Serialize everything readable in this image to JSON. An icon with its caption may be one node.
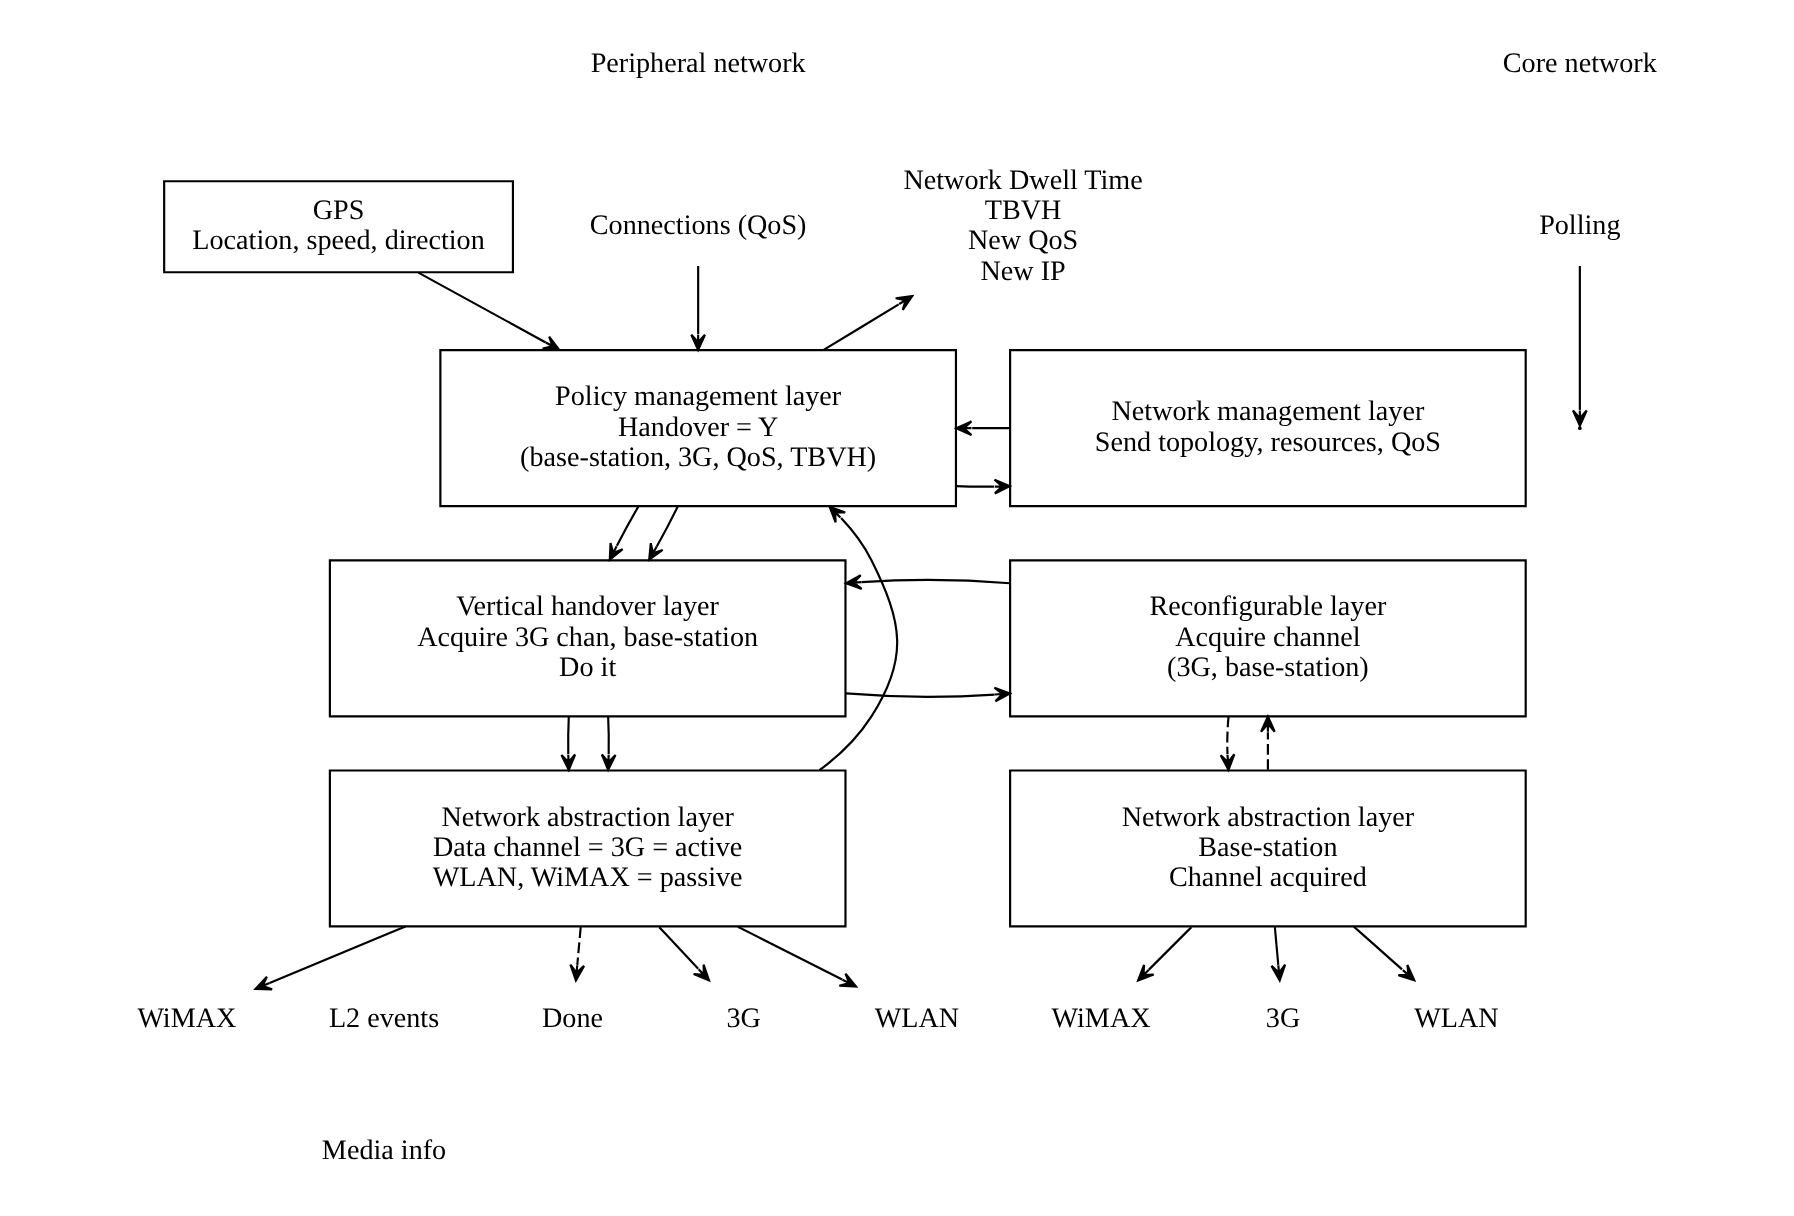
{
  "diagram": {
    "nodes": [
      {
        "text": [
          "GPS",
          "Location, speed, direction"
        ]
      },
      {
        "text": [
          "Connections (QoS)"
        ]
      },
      {
        "text": [
          "Network Dwell Time",
          "TBVH",
          "New QoS",
          "New IP"
        ]
      },
      {
        "text": [
          "Policy management layer",
          "Handover = Y",
          "(base-station, 3G, QoS, TBVH)"
        ]
      },
      {
        "text": [
          "Vertical handover layer",
          "Acquire 3G chan, base-station",
          "Do it"
        ]
      },
      {
        "text": [
          "Network abstraction layer",
          "Data channel = 3G = active",
          "WLAN, WiMAX = passive"
        ]
      },
      {
        "text": [
          "Network management layer",
          "Send topology, resources, QoS"
        ]
      },
      {
        "text": [
          "Reconfigurable layer",
          "Acquire channel",
          "(3G, base-station)"
        ]
      },
      {
        "text": [
          "Network abstraction layer",
          "Base-station",
          "Channel acquired"
        ]
      },
      {
        "text": [
          "Done"
        ]
      },
      {
        "text": [
          "Polling"
        ]
      },
      {
        "text": [
          "3G"
        ]
      },
      {
        "text": [
          "WLAN"
        ]
      },
      {
        "text": [
          "WiMAX"
        ]
      },
      {
        "text": [
          "3G"
        ]
      },
      {
        "text": [
          "WLAN"
        ]
      },
      {
        "text": [
          "WiMAX"
        ]
      }
    ],
    "edges": [
      {
        "from": 0,
        "to": 3,
        "arrow": "to"
      },
      {
        "from": 1,
        "to": 3,
        "arrow": "to"
      },
      {
        "from": 3,
        "to": 2,
        "arrow": "to"
      },
      {
        "from": 5,
        "to": 9,
        "arrow": "to",
        "style": "dashed"
      },
      {
        "from": 10,
        "to": null,
        "arrow": "to"
      },
      {
        "from": 3,
        "to": 6,
        "arrow": "to"
      },
      {
        "from": 6,
        "to": 3,
        "arrow": "to"
      },
      {
        "from": 5,
        "to": 3,
        "arrow": "to"
      },
      {
        "from": 3,
        "to": 4,
        "arrow": "to"
      },
      {
        "from": 3,
        "to": 4,
        "arrow": "to"
      },
      {
        "from": 4,
        "to": 7,
        "arrow": "to"
      },
      {
        "from": 7,
        "to": 4,
        "arrow": "to"
      },
      {
        "from": 8,
        "to": 7,
        "arrow": "to",
        "style": "dashed"
      },
      {
        "from": 7,
        "to": 8,
        "arrow": "to",
        "style": "dashed"
      },
      {
        "from": 4,
        "to": 5,
        "arrow": "to"
      },
      {
        "from": 4,
        "to": 5,
        "arrow": "to"
      },
      {
        "from": 5,
        "to": 11,
        "arrow": "to"
      },
      {
        "from": 5,
        "to": 12,
        "arrow": "to"
      },
      {
        "from": 5,
        "to": 13,
        "arrow": "to"
      },
      {
        "from": 8,
        "to": 14,
        "arrow": "to"
      },
      {
        "from": 8,
        "to": 15,
        "arrow": "to"
      },
      {
        "from": 8,
        "to": 16,
        "arrow": "to"
      }
    ],
    "labels": [
      "Peripheral network",
      "Core network",
      "L2 events",
      "Media info"
    ]
  }
}
